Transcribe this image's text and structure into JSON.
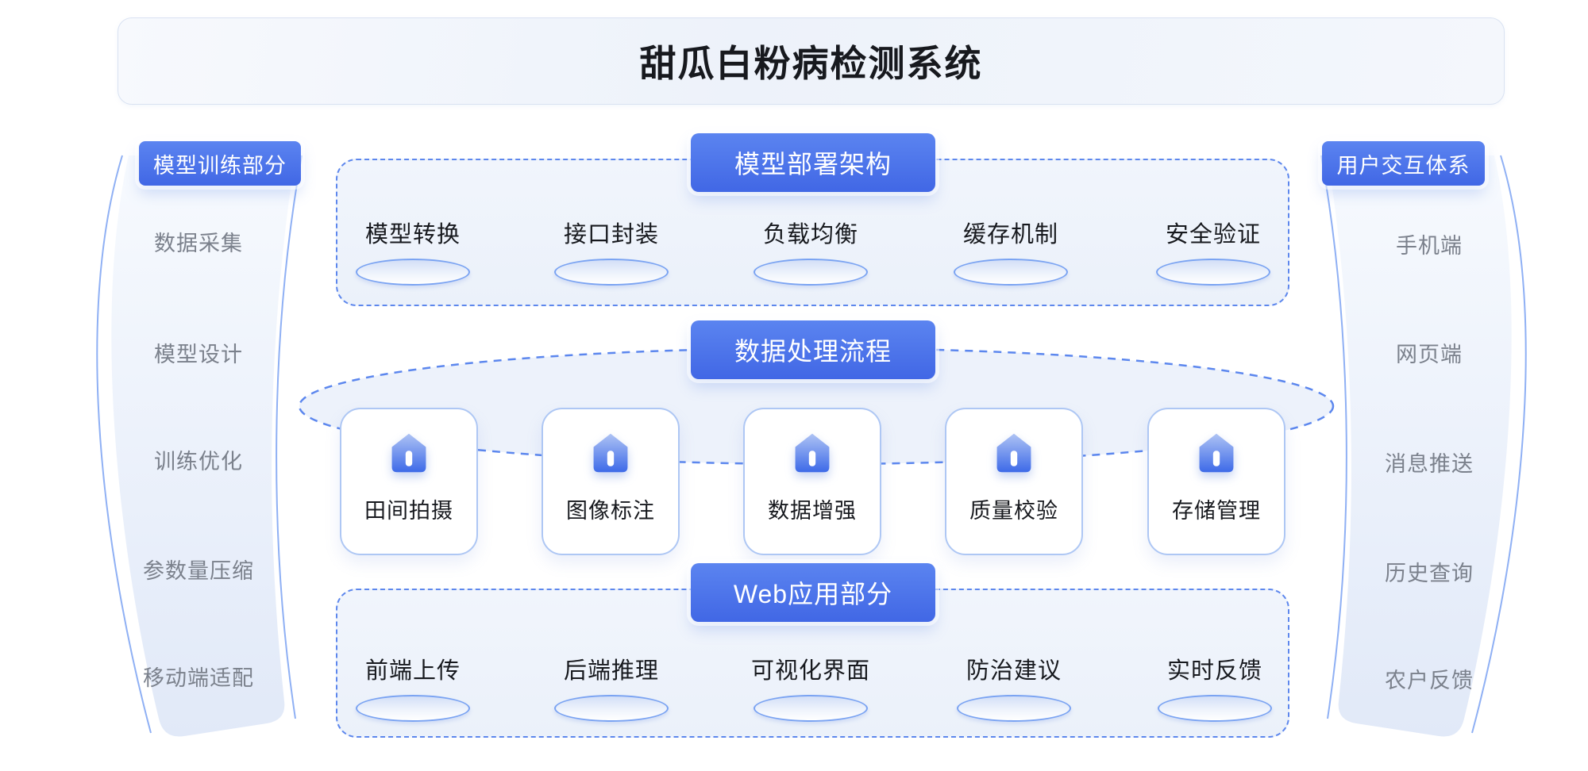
{
  "title": "甜瓜白粉病检测系统",
  "left_panel": {
    "header": "模型训练部分",
    "items": [
      "数据采集",
      "模型设计",
      "训练优化",
      "参数量压缩",
      "移动端适配"
    ]
  },
  "right_panel": {
    "header": "用户交互体系",
    "items": [
      "手机端",
      "网页端",
      "消息推送",
      "历史查询",
      "农户反馈"
    ]
  },
  "sections": [
    {
      "header": "模型部署架构",
      "items": [
        "模型转换",
        "接口封装",
        "负载均衡",
        "缓存机制",
        "安全验证"
      ]
    },
    {
      "header": "数据处理流程",
      "icon": "house-icon",
      "items": [
        "田间拍摄",
        "图像标注",
        "数据增强",
        "质量校验",
        "存储管理"
      ]
    },
    {
      "header": "Web应用部分",
      "items": [
        "前端上传",
        "后端推理",
        "可视化界面",
        "防治建议",
        "实时反馈"
      ]
    }
  ],
  "colors": {
    "accent_blue": "#4a74e8",
    "dashed_border": "#5d87ed",
    "section_fill": "#eff4fb",
    "item_text_gray": "#7b818c",
    "label_text_dark": "#17191e"
  }
}
